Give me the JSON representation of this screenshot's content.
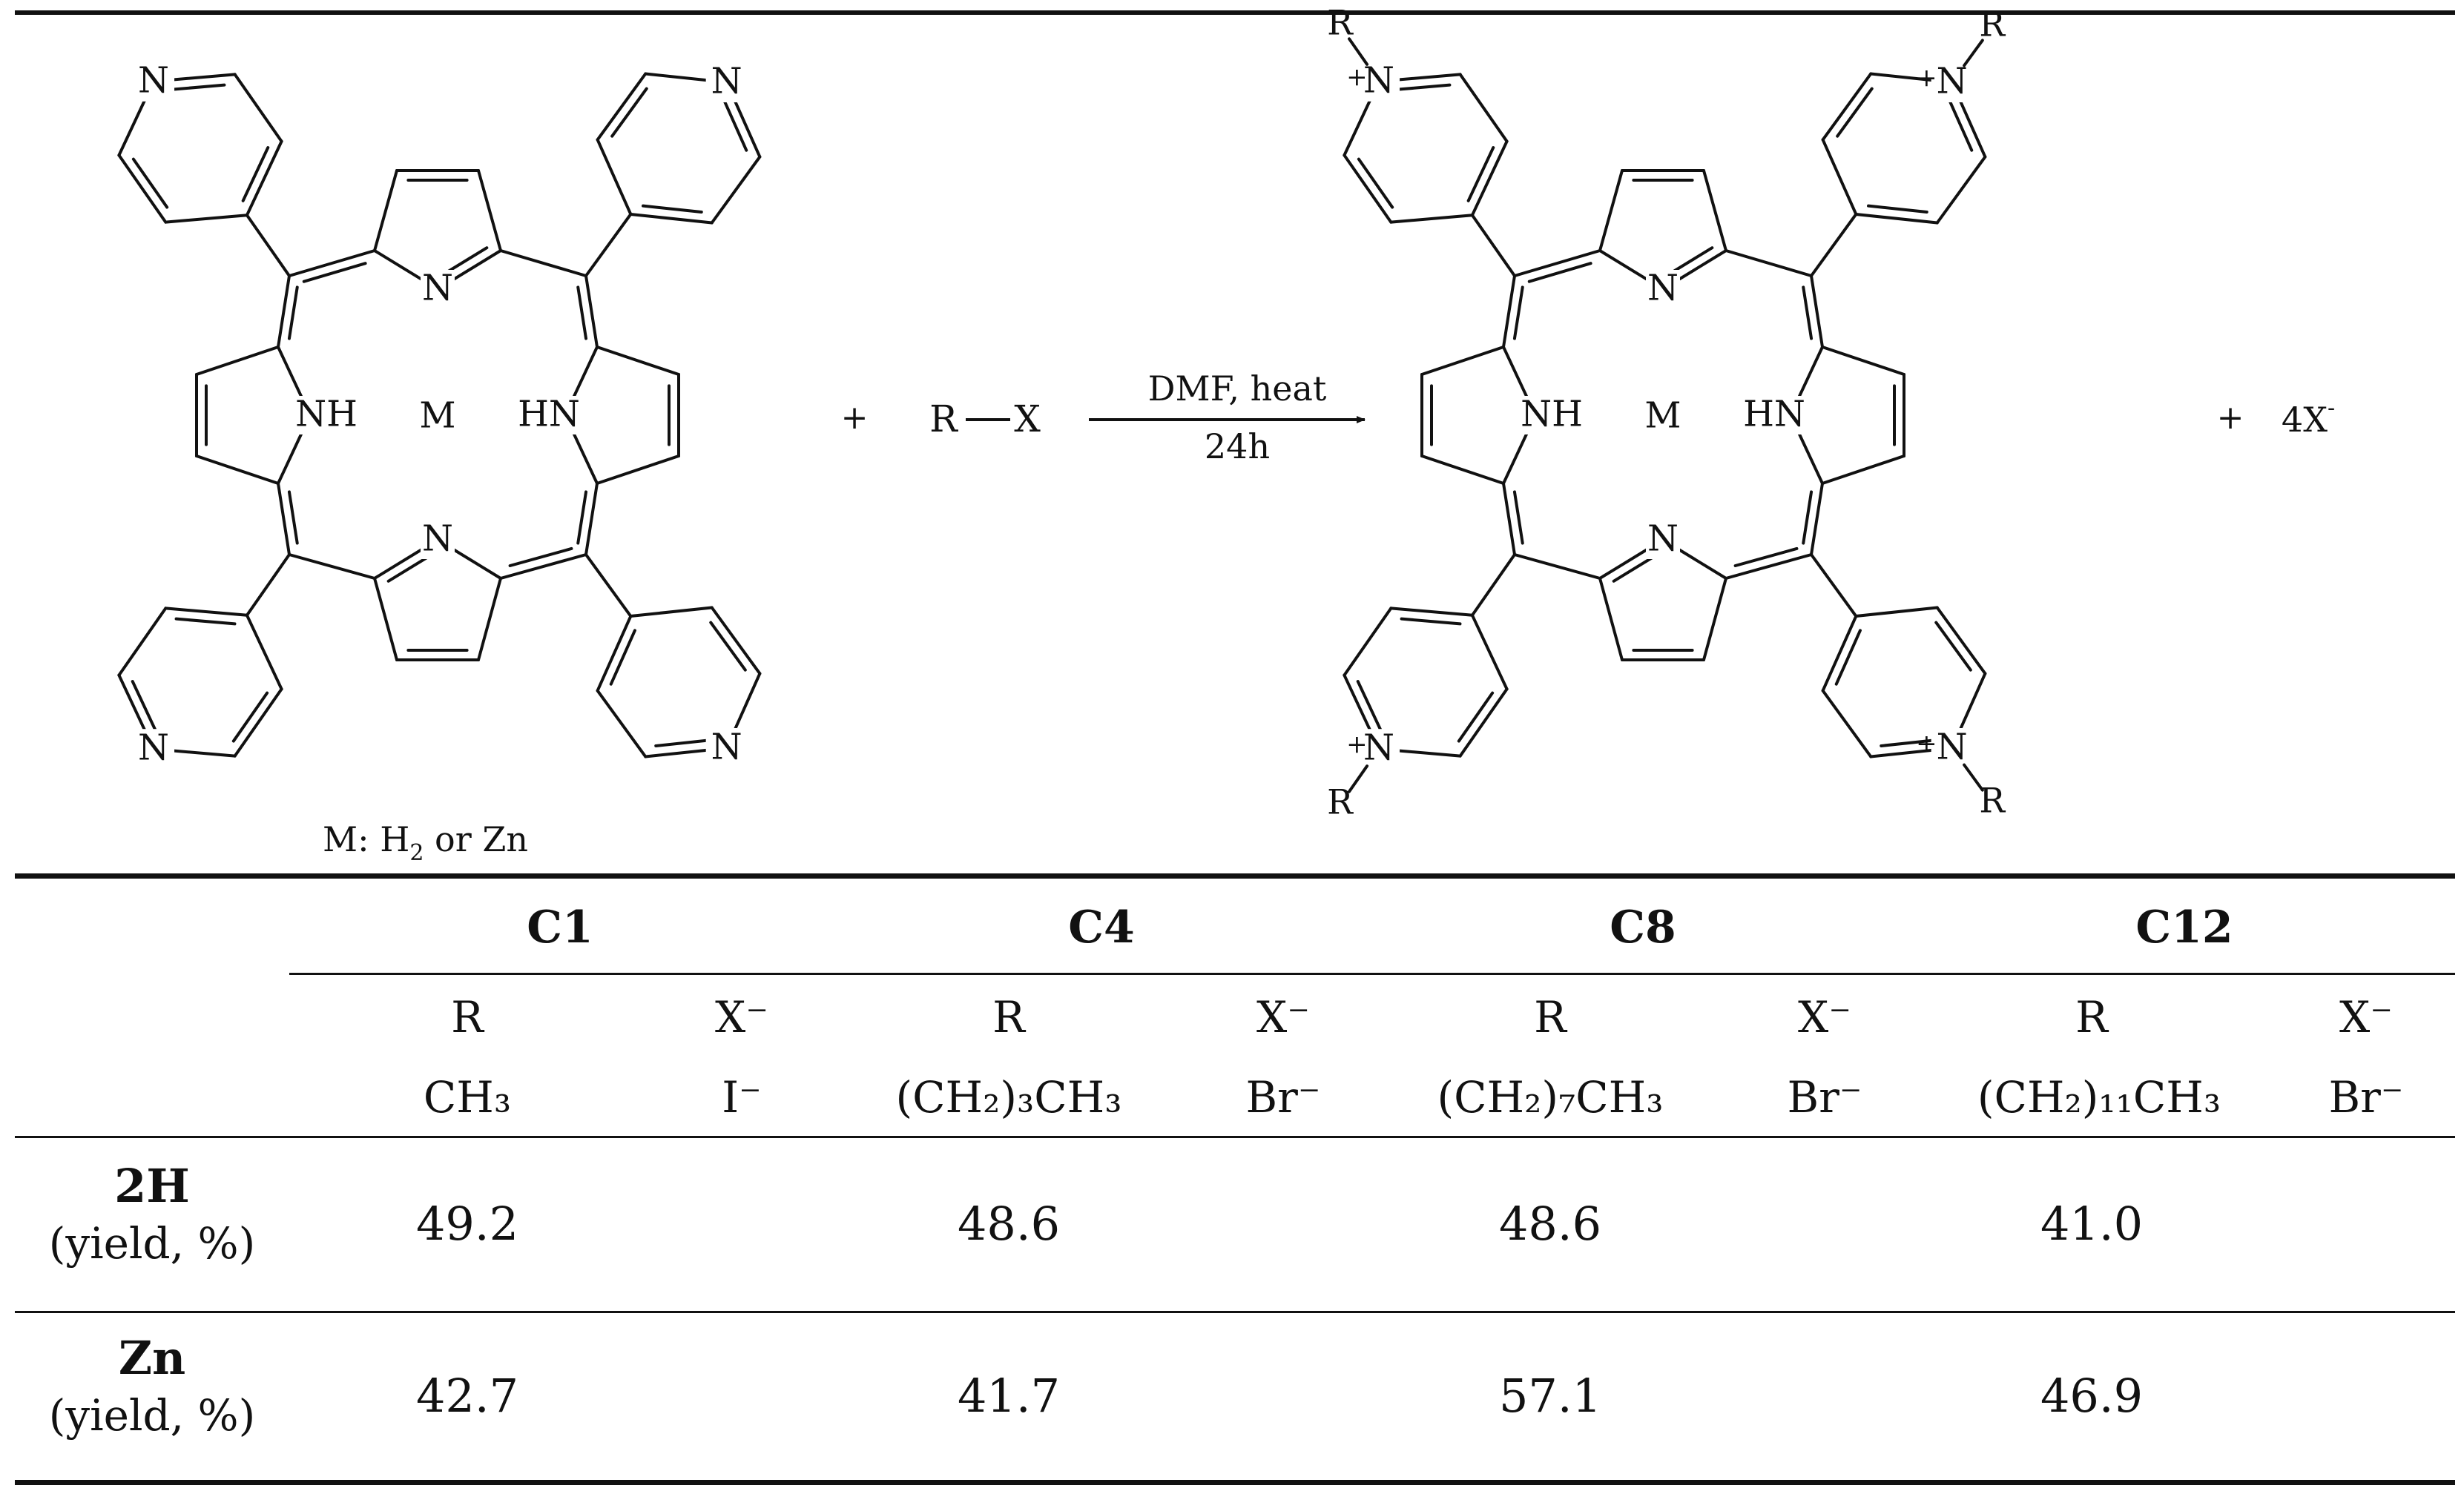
{
  "scheme": {
    "metal_label": "M",
    "metal_note_prefix": "M: H",
    "metal_note_sub": "2",
    "metal_note_suffix": " or Zn",
    "plus": "+",
    "reagent_r": "R",
    "reagent_x": "X",
    "conditions_top": "DMF, heat",
    "conditions_bottom": "24h",
    "byproduct": "4X",
    "byproduct_sup": "-",
    "atom_N": "N",
    "atom_NH": "NH",
    "atom_HN": "HN",
    "atom_R": "R",
    "charge": "+"
  },
  "table": {
    "groups": [
      {
        "name": "C1",
        "r_label": "R",
        "x_label": "X⁻",
        "r": "CH₃",
        "x": "I⁻",
        "yield_2h": "49.2",
        "yield_zn": "42.7"
      },
      {
        "name": "C4",
        "r_label": "R",
        "x_label": "X⁻",
        "r": "(CH₂)₃CH₃",
        "x": "Br⁻",
        "yield_2h": "48.6",
        "yield_zn": "41.7"
      },
      {
        "name": "C8",
        "r_label": "R",
        "x_label": "X⁻",
        "r": "(CH₂)₇CH₃",
        "x": "Br⁻",
        "yield_2h": "48.6",
        "yield_zn": "57.1"
      },
      {
        "name": "C12",
        "r_label": "R",
        "x_label": "X⁻",
        "r": "(CH₂)₁₁CH₃",
        "x": "Br⁻",
        "yield_2h": "41.0",
        "yield_zn": "46.9"
      }
    ],
    "row_2h": {
      "name": "2H",
      "unit": "(yield, %)"
    },
    "row_zn": {
      "name": "Zn",
      "unit": "(yield, %)"
    }
  }
}
